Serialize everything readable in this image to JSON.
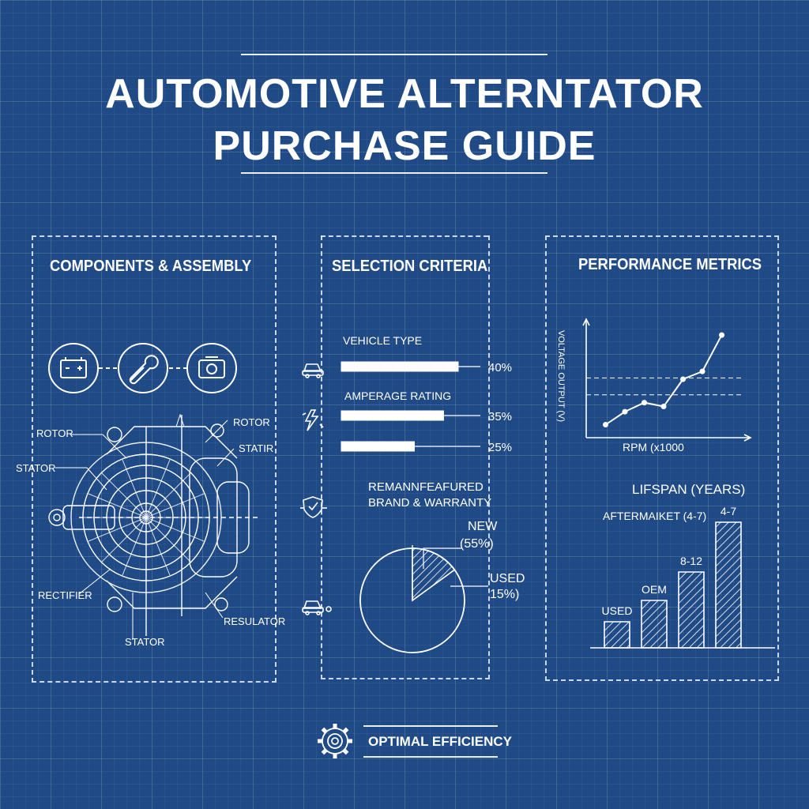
{
  "header": {
    "title_line1": "AUTOMOTIVE ALTERNTATOR",
    "title_line2": "PURCHASE GUIDE"
  },
  "components_panel": {
    "title": "COMPONENTS & ASSEMBLY",
    "icons": [
      "battery-icon",
      "wrench-icon",
      "engine-icon"
    ],
    "labels": {
      "rotor_left": "ROTOR",
      "rotor_right": "ROTOR",
      "stator_left": "STATOR",
      "stator_right": "STATIR",
      "rectifier": "RECTIFIER",
      "resulator": "RESULATOR",
      "stator_bottom": "STATOR"
    }
  },
  "selection_panel": {
    "title": "SELECTION CRITERIA",
    "criteria": [
      {
        "label": "VEHICLE TYPE",
        "value": 40,
        "text": "40%",
        "icon": "car-icon"
      },
      {
        "label": "AMPERAGE RATING",
        "value": 35,
        "text": "35%",
        "icon": "lightning-icon"
      },
      {
        "label": "",
        "value": 25,
        "text": "25%",
        "icon": ""
      }
    ],
    "brand_label_1": "REMANNFEAFURED",
    "brand_label_2": "BRAND & WARRANTY",
    "brand_icon": "shield-icon",
    "pie_icon": "car-icon",
    "pie_new_label": "NEW",
    "pie_new_value": "(55%)",
    "pie_used_label": "USED",
    "pie_used_value": "15%)"
  },
  "performance_panel": {
    "title": "PERFORMANCE METRICS",
    "line_ylabel": "VOLTAGE OUTPUT (V)",
    "line_xlabel": "RPM (x1000",
    "lifespan_title": "LIFSPAN (YEARS)",
    "aftermarket_label": "AFTERMAIKET (4-7)",
    "bar_labels": {
      "used": "USED",
      "oem": "OEM",
      "mid": "8-12",
      "top": "4-7"
    }
  },
  "footer": {
    "label": "OPTIMAL EFFICIENCY",
    "icon": "gear-icon"
  },
  "chart_data": [
    {
      "type": "bar",
      "categories": [
        "VEHICLE TYPE",
        "AMPERAGE RATING",
        ""
      ],
      "values": [
        40,
        35,
        25
      ],
      "title": "SELECTION CRITERIA"
    },
    {
      "type": "pie",
      "categories": [
        "NEW",
        "USED"
      ],
      "values": [
        55,
        15
      ]
    },
    {
      "type": "line",
      "x": [
        1,
        2,
        3,
        4,
        5,
        6,
        7
      ],
      "y": [
        1.0,
        2.0,
        2.7,
        2.4,
        4.5,
        5.1,
        7.9
      ],
      "xlabel": "RPM (x1000",
      "ylabel": "VOLTAGE OUTPUT (V)",
      "ylim": [
        0,
        9
      ],
      "xlim": [
        0,
        8
      ]
    },
    {
      "type": "bar",
      "categories": [
        "USED",
        "OEM",
        "8-12",
        "4-7"
      ],
      "values": [
        2.2,
        4.0,
        6.4,
        10.6
      ],
      "title": "LIFSPAN (YEARS)",
      "ylim": [
        0,
        12
      ]
    }
  ],
  "colors": {
    "background": "#1f4a86",
    "line": "#ffffff",
    "hatch": "#ffffff"
  }
}
